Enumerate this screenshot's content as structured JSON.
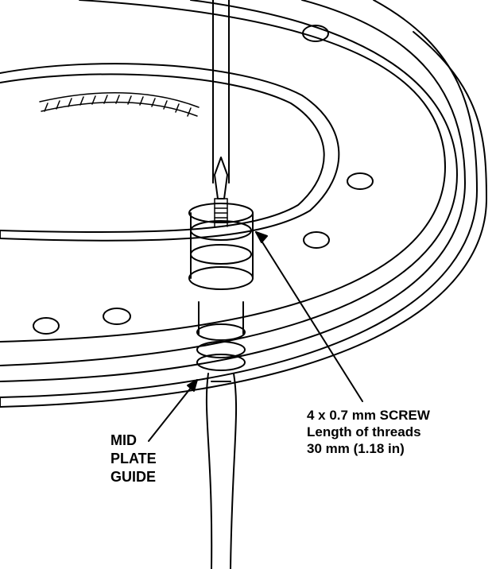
{
  "labels": {
    "mid_plate_guide": [
      "MID",
      "PLATE",
      "GUIDE"
    ],
    "screw": [
      "4 x 0.7 mm SCREW",
      "Length of threads",
      "30 mm (1.18 in)"
    ]
  },
  "colors": {
    "line": "#000000",
    "background": "#ffffff"
  }
}
